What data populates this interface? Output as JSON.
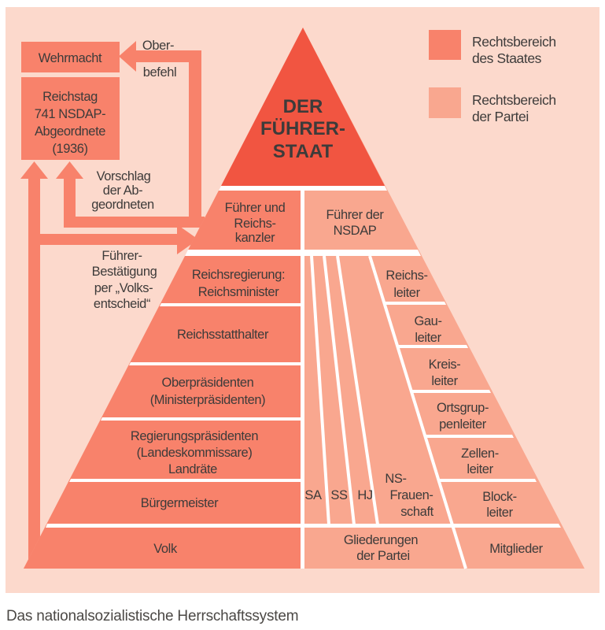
{
  "caption": "Das nationalsozialistische Herrschaftssystem",
  "colors": {
    "background": "#fcd9cc",
    "state": "#f8826b",
    "party": "#f9a78f",
    "fuehrer_triangle": "#f15541",
    "line": "#ffffff",
    "text": "#3d3b3a"
  },
  "legend": {
    "state_line1": "Rechtsbereich",
    "state_line2": "des Staates",
    "party_line1": "Rechtsbereich",
    "party_line2": "der Partei"
  },
  "boxes": {
    "wehrmacht": "Wehrmacht",
    "reichstag_line1": "Reichstag",
    "reichstag_line2": "741 NSDAP-",
    "reichstag_line3": "Abgeordnete",
    "reichstag_line4": "(1936)"
  },
  "arrows": {
    "oberbefehl_line1": "Ober-",
    "oberbefehl_line2": "befehl",
    "vorschlag_line1": "Vorschlag",
    "vorschlag_line2": "der Ab-",
    "vorschlag_line3": "geordneten",
    "bestaetigung_line1": "Führer-",
    "bestaetigung_line2": "Bestätigung",
    "bestaetigung_line3": "per „Volks-",
    "bestaetigung_line4": "entscheid“"
  },
  "pyramid": {
    "apex_line1": "DER",
    "apex_line2": "FÜHRER-",
    "apex_line3": "STAAT",
    "band_state_line1": "Führer und",
    "band_state_line2": "Reichs-",
    "band_state_line3": "kanzler",
    "band_party_line1": "Führer der",
    "band_party_line2": "NSDAP",
    "state_row1_line1": "Reichsregierung:",
    "state_row1_line2": "Reichsminister",
    "state_row2": "Reichsstatthalter",
    "state_row3_line1": "Oberpräsidenten",
    "state_row3_line2": "(Ministerpräsidenten)",
    "state_row4_line1": "Regierungspräsidenten",
    "state_row4_line2": "(Landeskommissare)",
    "state_row4_line3": "Landräte",
    "state_row5": "Bürgermeister",
    "state_row6": "Volk",
    "party_row1_line1": "Reichs-",
    "party_row1_line2": "leiter",
    "party_row2_line1": "Gau-",
    "party_row2_line2": "leiter",
    "party_row3_line1": "Kreis-",
    "party_row3_line2": "leiter",
    "party_row4_line1": "Ortsgrup-",
    "party_row4_line2": "penleiter",
    "party_row5_line1": "Zellen-",
    "party_row5_line2": "leiter",
    "party_row6_line1": "Block-",
    "party_row6_line2": "leiter",
    "party_row7": "Mitglieder",
    "stripe_sa": "SA",
    "stripe_ss": "SS",
    "stripe_hj": "HJ",
    "stripe_nsf_line1": "NS-",
    "stripe_nsf_line2": "Frauen-",
    "stripe_nsf_line3": "schaft",
    "gliederungen_line1": "Gliederungen",
    "gliederungen_line2": "der Partei"
  }
}
